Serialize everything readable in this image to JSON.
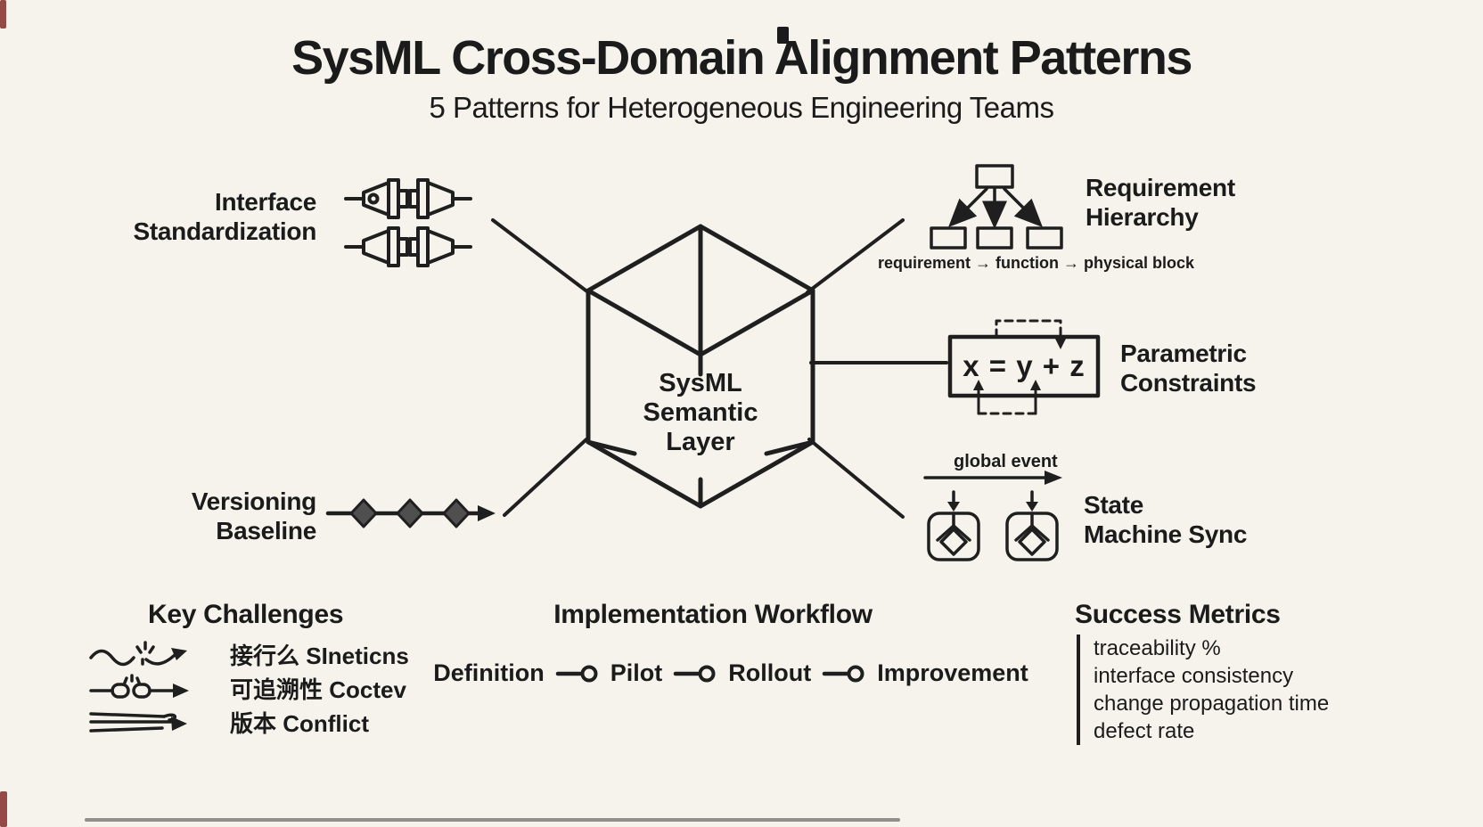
{
  "theme": {
    "background": "#f5f3ec",
    "ink": "#1f1f1f",
    "diamond_fill": "#4f4f4f"
  },
  "header": {
    "title": "SysML Cross-Domain Alignment Patterns",
    "subtitle": "5 Patterns for Heterogeneous Engineering Teams"
  },
  "center_cube": {
    "icon": "semantic-layer-cube-icon",
    "label": [
      "SysML",
      "Semantic",
      "Layer"
    ]
  },
  "patterns": {
    "interface_standardization": {
      "icon": "connector-pair-icon",
      "label": [
        "Interface",
        "Standardization"
      ]
    },
    "requirement_hierarchy": {
      "icon": "requirement-tree-icon",
      "label": [
        "Requirement",
        "Hierarchy"
      ],
      "caption": "requirement → function → physical block"
    },
    "parametric_constraints": {
      "icon": "constraint-box-icon",
      "label": [
        "Parametric",
        "Constraints"
      ],
      "formula": "x = y + z"
    },
    "versioning_baseline": {
      "icon": "baseline-diamond-timeline-icon",
      "label": [
        "Versioning",
        "Baseline"
      ]
    },
    "state_machine_sync": {
      "icon": "state-machine-pair-icon",
      "label": [
        "State",
        "Machine Sync"
      ],
      "caption": "global event"
    }
  },
  "key_challenges": {
    "title": "Key Challenges",
    "items": [
      {
        "icon": "signal-break-arrow-icon",
        "label": "接行么 SIneticns"
      },
      {
        "icon": "broken-chain-arrow-icon",
        "label": "可追溯性 Coctev"
      },
      {
        "icon": "merging-lines-arrow-icon",
        "label": "版本 Conflict"
      }
    ]
  },
  "implementation_workflow": {
    "title": "Implementation Workflow",
    "steps": [
      "Definition",
      "Pilot",
      "Rollout",
      "Improvement"
    ]
  },
  "success_metrics": {
    "title": "Success Metrics",
    "items": [
      "traceability %",
      "interface consistency",
      "change propagation time",
      "defect rate"
    ]
  }
}
